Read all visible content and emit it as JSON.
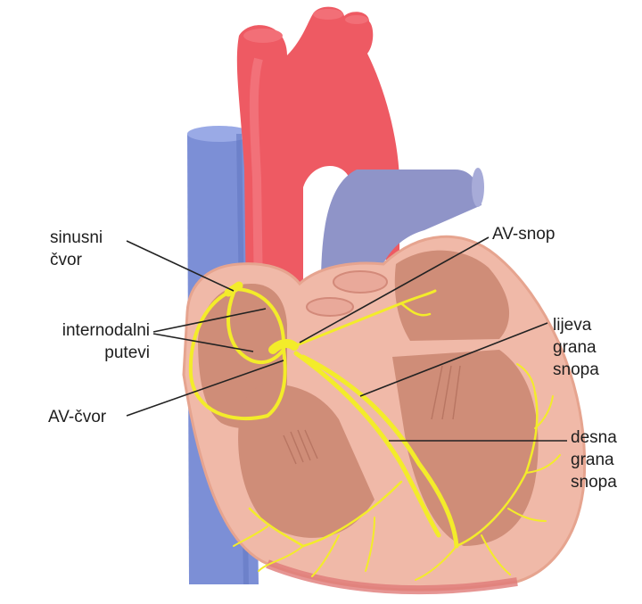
{
  "labels": {
    "sa_node": [
      "sinusni",
      "čvor"
    ],
    "internodal": [
      "internodalni",
      "putevi"
    ],
    "av_node": "AV-čvor",
    "av_bundle": "AV-snop",
    "left_branch": [
      "lijeva",
      "grana",
      "snopa"
    ],
    "right_branch": [
      "desna",
      "grana",
      "snopa"
    ]
  },
  "colors": {
    "aorta": "#ee5a63",
    "vena_cava": "#7c8fd6",
    "pulmonary": "#8f94c8",
    "wall": "#f0b9a8",
    "chamber": "#cf8d78",
    "conduction": "#f3ec2a",
    "leader": "#222222"
  }
}
